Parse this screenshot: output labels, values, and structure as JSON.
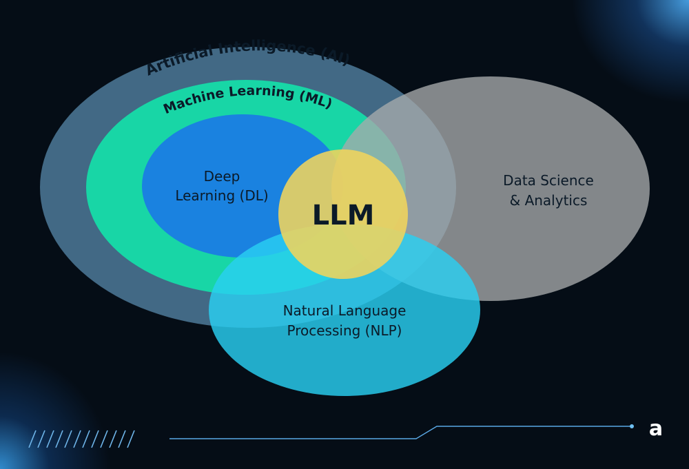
{
  "diagram": {
    "sets": {
      "ai": {
        "label": "Artificial Intelligence (AI)",
        "color": "#4e7a99"
      },
      "ml": {
        "label": "Machine Learning (ML)",
        "color": "#18d6a6"
      },
      "dl": {
        "label_line1": "Deep",
        "label_line2": "Learning (DL)",
        "color": "#1a82e0"
      },
      "ds": {
        "label_line1": "Data Science",
        "label_line2": "& Analytics",
        "color": "#8c9092"
      },
      "nlp": {
        "label_line1": "Natural Language",
        "label_line2": "Processing (NLP)",
        "color": "#23c2e6"
      },
      "llm": {
        "label": "LLM",
        "color": "#e6cf5c"
      }
    }
  },
  "footer": {
    "logo": "a",
    "accent_color": "#5aa9e6"
  }
}
